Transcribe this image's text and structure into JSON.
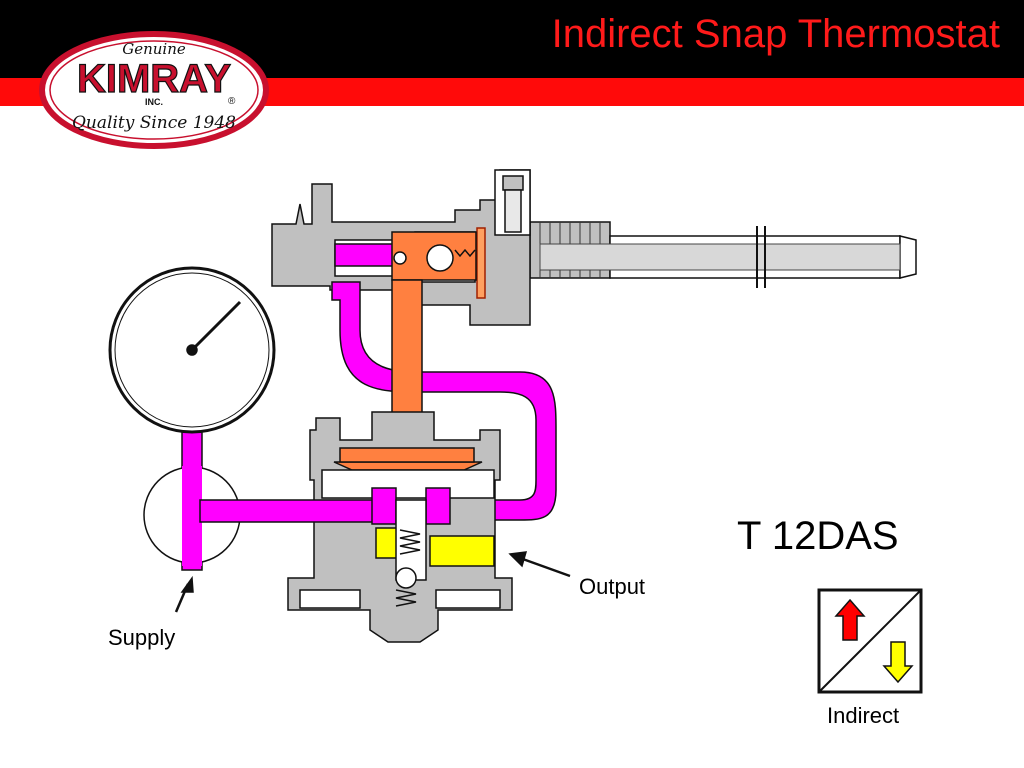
{
  "header": {
    "title": "Indirect Snap Thermostat"
  },
  "logo": {
    "top_text": "Genuine",
    "brand": "KIMRAY",
    "inc": "INC.",
    "registered": "®",
    "tagline": "Quality Since 1948"
  },
  "model": {
    "label": "T 12DAS"
  },
  "labels": {
    "output": "Output",
    "supply": "Supply",
    "action": "Indirect"
  },
  "colors": {
    "brand_red": "#ff0a0a",
    "supply_gas": "#ff00ff",
    "output_gas": "#ffff00",
    "thermal_element": "#ff8040",
    "body_gray": "#c0c0c0",
    "arrow_up": "#ff0000",
    "arrow_down": "#ffff00"
  },
  "icons": {
    "action_indicator": "indirect-action-icon",
    "gauge": "pressure-gauge-icon"
  }
}
